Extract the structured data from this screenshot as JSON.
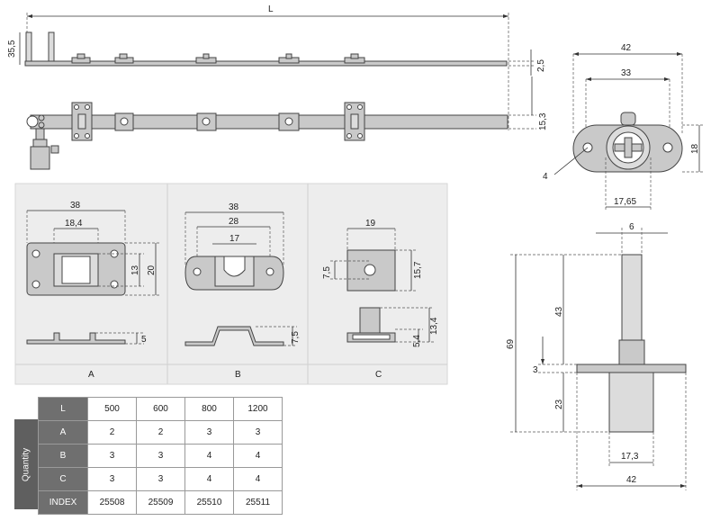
{
  "top_view": {
    "dim_L": "L",
    "dim_height": "35,5",
    "dim_thick": "2,5",
    "dim_width": "15,3"
  },
  "lock_front": {
    "dim_42": "42",
    "dim_33": "33",
    "dim_18": "18",
    "dim_4": "4",
    "dim_1765": "17,65"
  },
  "lock_side": {
    "dim_6": "6",
    "dim_43": "43",
    "dim_69": "69",
    "dim_3": "3",
    "dim_23": "23",
    "dim_173": "17,3",
    "dim_42": "42"
  },
  "panel_a": {
    "label": "A",
    "dim_38": "38",
    "dim_184": "18,4",
    "dim_13": "13",
    "dim_20": "20",
    "dim_5": "5"
  },
  "panel_b": {
    "label": "B",
    "dim_38": "38",
    "dim_28": "28",
    "dim_17": "17",
    "dim_75": "7,5"
  },
  "panel_c": {
    "label": "C",
    "dim_19": "19",
    "dim_75": "7,5",
    "dim_157": "15,7",
    "dim_134": "13,4",
    "dim_54": "5,4"
  },
  "quantity_table": {
    "side_label": "Quantity",
    "header": [
      "L",
      "500",
      "600",
      "800",
      "1200"
    ],
    "rows": [
      [
        "A",
        "2",
        "2",
        "3",
        "3"
      ],
      [
        "B",
        "3",
        "3",
        "4",
        "4"
      ],
      [
        "C",
        "3",
        "3",
        "4",
        "4"
      ],
      [
        "INDEX",
        "25508",
        "25509",
        "25510",
        "25511"
      ]
    ]
  }
}
